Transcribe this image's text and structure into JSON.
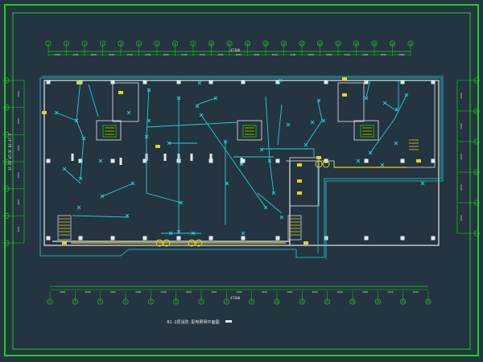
{
  "colors": {
    "background": "#243441",
    "frame": "#19d219",
    "dimension": "#19d219",
    "walls": "#e8e8e8",
    "wiring": "#1fd3d3",
    "mains": "#e8d21c",
    "fixtures": "#e8d21c",
    "title_text": "#e6e6e6"
  },
  "drawing": {
    "title": "B1-2层消防 配电照明平面图",
    "dim_top_label": "47300",
    "dim_bottom_label": "47300",
    "left_note": "3F-B2-47/3F-B2-47-3"
  },
  "axes_top": [
    "1",
    "2",
    "3",
    "4",
    "5",
    "6",
    "7",
    "8",
    "9",
    "10",
    "11",
    "12",
    "13",
    "14",
    "15",
    "16",
    "17",
    "18",
    "19",
    "20",
    "21"
  ],
  "axes_bottom": [
    "1",
    "2",
    "3",
    "4",
    "5",
    "6",
    "7",
    "8",
    "9",
    "10",
    "11",
    "12",
    "13",
    "14",
    "15",
    "16"
  ],
  "axes_left": [
    "A",
    "B",
    "C",
    "D",
    "E",
    "F",
    "G"
  ],
  "axes_right": [
    "A",
    "B",
    "C",
    "D",
    "E",
    "F"
  ],
  "dims_top": [
    "2500",
    "1500",
    "2000",
    "2000",
    "1500",
    "2500",
    "2000",
    "2500",
    "1500",
    "1000",
    "3000",
    "2500",
    "2000",
    "1500",
    "2000",
    "3000",
    "3400",
    "2000",
    "2500",
    "2000"
  ],
  "dims_bottom": [
    "4000",
    "3000",
    "4800",
    "4000",
    "5200",
    "3000",
    "3600",
    "4000",
    "3600",
    "3000",
    "4000",
    "4000",
    "3000",
    "3200",
    "2000"
  ],
  "dims_left": [
    "2800",
    "5800",
    "4000",
    "3000",
    "3000",
    "3000"
  ],
  "dims_right": [
    "2800",
    "5800",
    "4000",
    "3000",
    "4000"
  ],
  "icons": [
    "transformer-icon",
    "stair-icon",
    "distribution-box-icon",
    "lamp-icon"
  ]
}
